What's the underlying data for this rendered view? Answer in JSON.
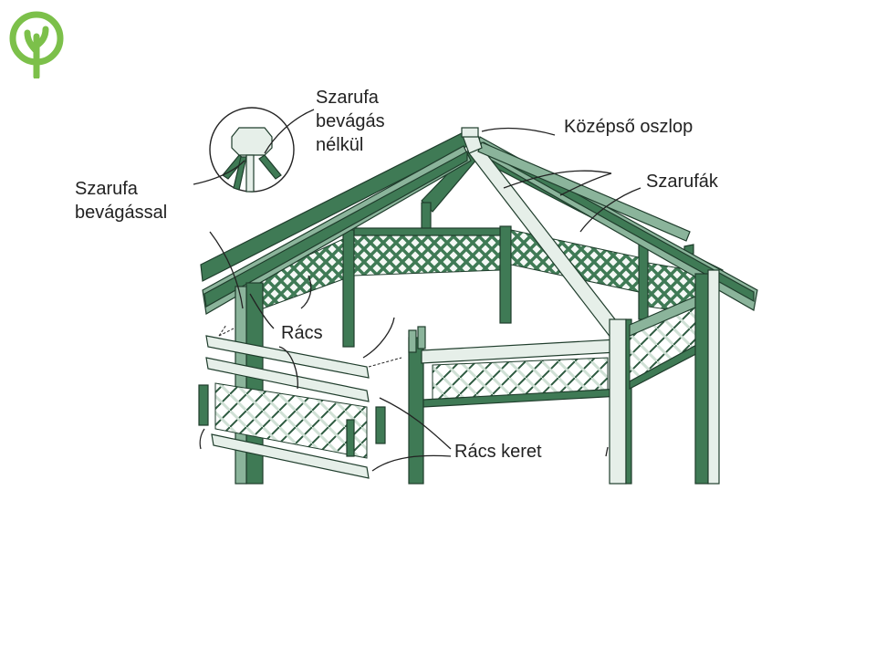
{
  "labels": {
    "center_post": "Középső oszlop",
    "rafter_no_notch": "Szarufa\nbevágás\nnélkül",
    "rafter_notched": "Szarufa\nbevágással",
    "rafters": "Szarufák",
    "lattice": "Rács",
    "lattice_frame": "Rács keret"
  },
  "colors": {
    "structure": "#3f7a55",
    "logo": "#7cc04a"
  },
  "icons": [
    "tree-logo-icon"
  ]
}
